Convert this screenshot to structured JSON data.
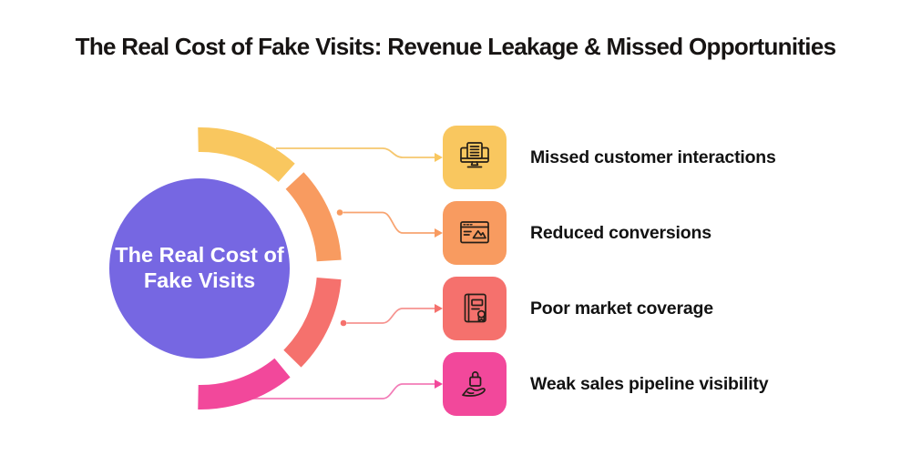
{
  "title": "The Real Cost of Fake Visits: Revenue Leakage & Missed Opportunities",
  "title_color": "#171413",
  "background": "#FFFFFF",
  "center": {
    "line1": "The Real Cost of",
    "line2": "Fake Visits",
    "color": "#7667E2",
    "text_color": "#FFFFFF"
  },
  "items": [
    {
      "label": "Missed customer interactions",
      "icon": "monitor-document-icon",
      "color": "#F9C75F",
      "line_color": "#F6C76F"
    },
    {
      "label": "Reduced conversions",
      "icon": "browser-image-icon",
      "color": "#F89B60",
      "line_color": "#F8A471"
    },
    {
      "label": "Poor market coverage",
      "icon": "certificate-document-icon",
      "color": "#F5716D",
      "line_color": "#F69490"
    },
    {
      "label": "Weak sales pipeline visibility",
      "icon": "hand-lock-icon",
      "color": "#F2489B",
      "line_color": "#F27CB7"
    }
  ],
  "label_color": "#121212",
  "icon_stroke": "#261F18"
}
